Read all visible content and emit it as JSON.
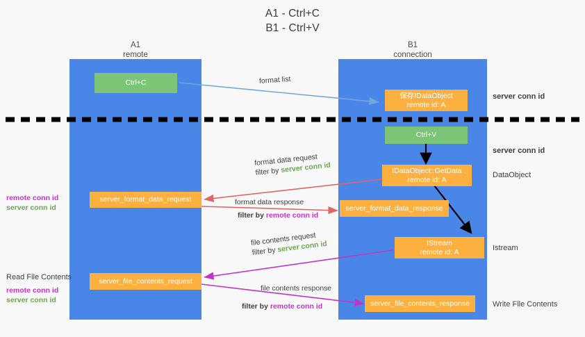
{
  "title": {
    "line1": "A1 - Ctrl+C",
    "line2": "B1 - Ctrl+V"
  },
  "columns": {
    "left": {
      "name": "A1",
      "role": "remote"
    },
    "right": {
      "name": "B1",
      "role": "connection"
    }
  },
  "legend": {
    "remote_conn_id": "remote conn id",
    "server_conn_id": "server conn id",
    "filter_by": "filter by"
  },
  "colors": {
    "lane": "#4a86e8",
    "box_green": "#7cc576",
    "box_orange": "#fcb040",
    "server_conn_id": "#6aa84f",
    "remote_conn_id": "#c234c8",
    "arrow_blue": "#6fa8dc",
    "arrow_red": "#e06666",
    "arrow_magenta": "#c234c8",
    "arrow_black": "#000000",
    "divider": "#000000"
  },
  "boxes": {
    "ctrl_c": {
      "label": "Ctrl+C"
    },
    "ctrl_v": {
      "label": "Ctrl+V"
    },
    "store_dataobject": {
      "line1": "保存IDataObject",
      "line2": "remote id: A"
    },
    "getdata": {
      "line1": "IDataObject::GetData",
      "line2": "remote id: A"
    },
    "istream": {
      "line1": "IStream",
      "line2": "remote id: A"
    },
    "server_format_data_request": {
      "label": "server_format_data_request"
    },
    "server_format_data_response": {
      "label": "server_format_data_response"
    },
    "server_file_contents_request": {
      "label": "server_file_contents_request"
    },
    "server_file_contents_response": {
      "label": "server_file_contents_response"
    }
  },
  "edge_labels": {
    "format_list": "format list",
    "format_data_request": "format data request",
    "format_data_response": "format data response",
    "file_contents_request": "file contents request",
    "file_contents_response": "file contents response"
  },
  "side_labels": {
    "dataobject": "DataObject",
    "istream": "Istream",
    "write_file_contents": "Write File Contents",
    "read_file_contents": "Read File Contents",
    "server_conn_id_top": "server conn id",
    "server_conn_id_mid": "server conn id"
  }
}
